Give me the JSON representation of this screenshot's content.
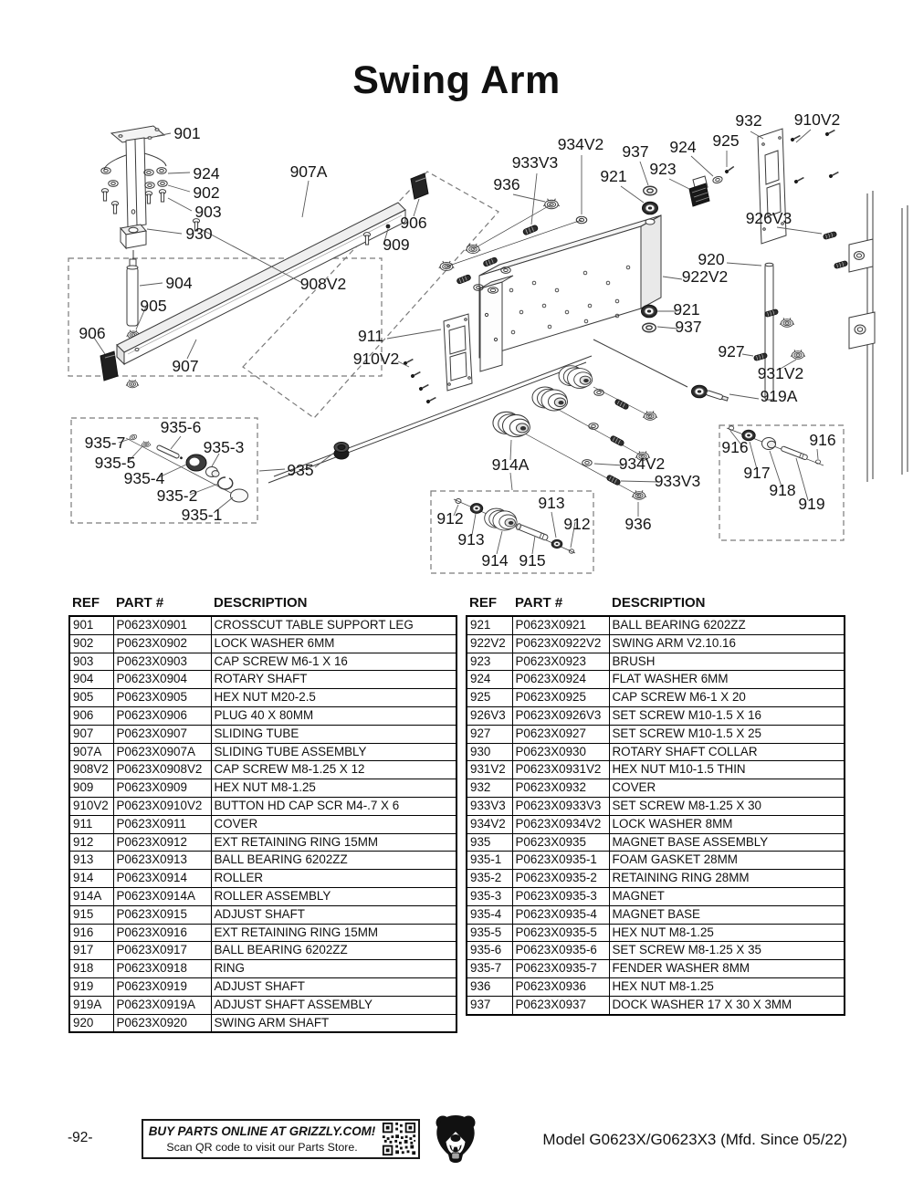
{
  "page": {
    "title": "Swing Arm",
    "number": "-92-",
    "model_text": "Model G0623X/G0623X3 (Mfd. Since 05/22)"
  },
  "footer": {
    "buy_line": "BUY PARTS ONLINE AT GRIZZLY.COM!",
    "scan_line": "Scan QR code to visit our Parts Store."
  },
  "colors": {
    "ink": "#111111",
    "diagram_line": "#3a3a3a"
  },
  "diagram": {
    "labels": {
      "l901": "901",
      "l924a": "924",
      "l902": "902",
      "l903": "903",
      "l930": "930",
      "l904": "904",
      "l905": "905",
      "l906a": "906",
      "l907": "907",
      "l907A": "907A",
      "l906b": "906",
      "l909": "909",
      "l908V2": "908V2",
      "l911": "911",
      "l910V2a": "910V2",
      "l936a": "936",
      "l933V3a": "933V3",
      "l934V2a": "934V2",
      "l921a": "921",
      "l937a": "937",
      "l923": "923",
      "l924b": "924",
      "l925": "925",
      "l932": "932",
      "l910V2b": "910V2",
      "l926V3": "926V3",
      "l920": "920",
      "l922V2": "922V2",
      "l921b": "921",
      "l937b": "937",
      "l927": "927",
      "l931V2": "931V2",
      "l919A": "919A",
      "l916a": "916",
      "l916b": "916",
      "l917": "917",
      "l918": "918",
      "l919": "919",
      "l935_7": "935-7",
      "l935_6": "935-6",
      "l935_5": "935-5",
      "l935_3": "935-3",
      "l935_4": "935-4",
      "l935_2": "935-2",
      "l935_1": "935-1",
      "l935": "935",
      "l914A": "914A",
      "l934V2b": "934V2",
      "l933V3b": "933V3",
      "l936b": "936",
      "l912a": "912",
      "l913a": "913",
      "l913b": "913",
      "l912b": "912",
      "l914": "914",
      "l915": "915"
    }
  },
  "tables": {
    "headers": {
      "ref": "REF",
      "part": "PART #",
      "desc": "DESCRIPTION"
    },
    "left": {
      "rows": [
        {
          "ref": "901",
          "part": "P0623X0901",
          "desc": "CROSSCUT TABLE SUPPORT LEG"
        },
        {
          "ref": "902",
          "part": "P0623X0902",
          "desc": "LOCK WASHER 6MM"
        },
        {
          "ref": "903",
          "part": "P0623X0903",
          "desc": "CAP SCREW M6-1 X 16"
        },
        {
          "ref": "904",
          "part": "P0623X0904",
          "desc": "ROTARY SHAFT"
        },
        {
          "ref": "905",
          "part": "P0623X0905",
          "desc": "HEX NUT M20-2.5"
        },
        {
          "ref": "906",
          "part": "P0623X0906",
          "desc": "PLUG 40 X 80MM"
        },
        {
          "ref": "907",
          "part": "P0623X0907",
          "desc": "SLIDING TUBE"
        },
        {
          "ref": "907A",
          "part": "P0623X0907A",
          "desc": "SLIDING TUBE ASSEMBLY"
        },
        {
          "ref": "908V2",
          "part": "P0623X0908V2",
          "desc": "CAP SCREW M8-1.25 X 12"
        },
        {
          "ref": "909",
          "part": "P0623X0909",
          "desc": "HEX NUT M8-1.25"
        },
        {
          "ref": "910V2",
          "part": "P0623X0910V2",
          "desc": "BUTTON HD CAP SCR M4-.7 X 6"
        },
        {
          "ref": "911",
          "part": "P0623X0911",
          "desc": "COVER"
        },
        {
          "ref": "912",
          "part": "P0623X0912",
          "desc": "EXT RETAINING RING 15MM"
        },
        {
          "ref": "913",
          "part": "P0623X0913",
          "desc": "BALL BEARING 6202ZZ"
        },
        {
          "ref": "914",
          "part": "P0623X0914",
          "desc": "ROLLER"
        },
        {
          "ref": "914A",
          "part": "P0623X0914A",
          "desc": "ROLLER ASSEMBLY"
        },
        {
          "ref": "915",
          "part": "P0623X0915",
          "desc": "ADJUST SHAFT"
        },
        {
          "ref": "916",
          "part": "P0623X0916",
          "desc": "EXT RETAINING RING 15MM"
        },
        {
          "ref": "917",
          "part": "P0623X0917",
          "desc": "BALL BEARING 6202ZZ"
        },
        {
          "ref": "918",
          "part": "P0623X0918",
          "desc": "RING"
        },
        {
          "ref": "919",
          "part": "P0623X0919",
          "desc": "ADJUST SHAFT"
        },
        {
          "ref": "919A",
          "part": "P0623X0919A",
          "desc": "ADJUST SHAFT ASSEMBLY"
        },
        {
          "ref": "920",
          "part": "P0623X0920",
          "desc": "SWING ARM SHAFT"
        }
      ]
    },
    "right": {
      "rows": [
        {
          "ref": "921",
          "part": "P0623X0921",
          "desc": "BALL BEARING 6202ZZ"
        },
        {
          "ref": "922V2",
          "part": "P0623X0922V2",
          "desc": "SWING ARM V2.10.16"
        },
        {
          "ref": "923",
          "part": "P0623X0923",
          "desc": "BRUSH"
        },
        {
          "ref": "924",
          "part": "P0623X0924",
          "desc": "FLAT WASHER 6MM"
        },
        {
          "ref": "925",
          "part": "P0623X0925",
          "desc": "CAP SCREW M6-1 X 20"
        },
        {
          "ref": "926V3",
          "part": "P0623X0926V3",
          "desc": "SET SCREW M10-1.5 X 16"
        },
        {
          "ref": "927",
          "part": "P0623X0927",
          "desc": "SET SCREW M10-1.5 X 25"
        },
        {
          "ref": "930",
          "part": "P0623X0930",
          "desc": "ROTARY SHAFT COLLAR"
        },
        {
          "ref": "931V2",
          "part": "P0623X0931V2",
          "desc": "HEX NUT M10-1.5 THIN"
        },
        {
          "ref": "932",
          "part": "P0623X0932",
          "desc": "COVER"
        },
        {
          "ref": "933V3",
          "part": "P0623X0933V3",
          "desc": "SET SCREW M8-1.25 X 30"
        },
        {
          "ref": "934V2",
          "part": "P0623X0934V2",
          "desc": "LOCK WASHER 8MM"
        },
        {
          "ref": "935",
          "part": "P0623X0935",
          "desc": "MAGNET BASE ASSEMBLY"
        },
        {
          "ref": "935-1",
          "part": "P0623X0935-1",
          "desc": "FOAM GASKET 28MM"
        },
        {
          "ref": "935-2",
          "part": "P0623X0935-2",
          "desc": "RETAINING RING 28MM"
        },
        {
          "ref": "935-3",
          "part": "P0623X0935-3",
          "desc": "MAGNET"
        },
        {
          "ref": "935-4",
          "part": "P0623X0935-4",
          "desc": "MAGNET BASE"
        },
        {
          "ref": "935-5",
          "part": "P0623X0935-5",
          "desc": "HEX NUT M8-1.25"
        },
        {
          "ref": "935-6",
          "part": "P0623X0935-6",
          "desc": "SET SCREW M8-1.25 X 35"
        },
        {
          "ref": "935-7",
          "part": "P0623X0935-7",
          "desc": "FENDER WASHER 8MM"
        },
        {
          "ref": "936",
          "part": "P0623X0936",
          "desc": "HEX NUT M8-1.25"
        },
        {
          "ref": "937",
          "part": "P0623X0937",
          "desc": "DOCK WASHER 17 X 30 X 3MM"
        }
      ]
    }
  }
}
